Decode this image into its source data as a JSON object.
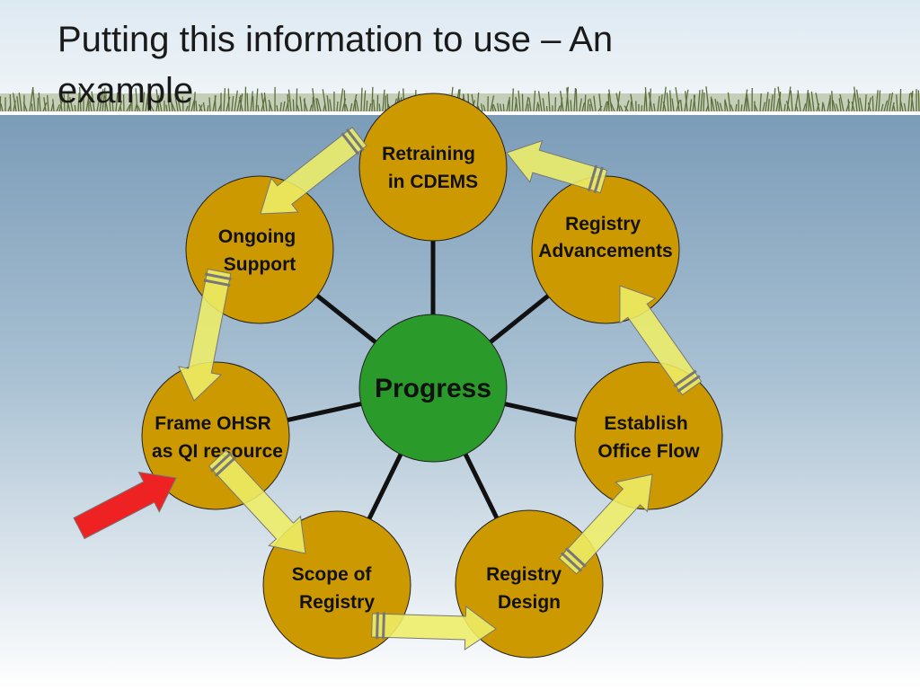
{
  "slide": {
    "title_line1": "Putting this information to use – An",
    "title_line2": "example"
  },
  "diagram": {
    "center": {
      "label": "Progress",
      "color": "#2a9a2a"
    },
    "nodes": [
      {
        "id": "retraining",
        "lines": [
          "Retraining",
          "in CDEMS"
        ]
      },
      {
        "id": "registry-advancements",
        "lines": [
          "Registry",
          "Advancements"
        ]
      },
      {
        "id": "establish-office-flow",
        "lines": [
          "Establish",
          "Office Flow"
        ]
      },
      {
        "id": "registry-design",
        "lines": [
          "Registry",
          "Design"
        ]
      },
      {
        "id": "scope-of-registry",
        "lines": [
          "Scope of",
          "Registry"
        ]
      },
      {
        "id": "frame-ohsr",
        "lines": [
          "Frame OHSR",
          "as QI resource"
        ]
      },
      {
        "id": "ongoing-support",
        "lines": [
          "Ongoing",
          "Support"
        ]
      }
    ],
    "colors": {
      "node_fill": "#cc9900",
      "arrow_fill": "#eeee66",
      "current_arrow": "#ee2222",
      "background_top": "#7b9cb8",
      "background_bottom": "#ffffff"
    }
  }
}
